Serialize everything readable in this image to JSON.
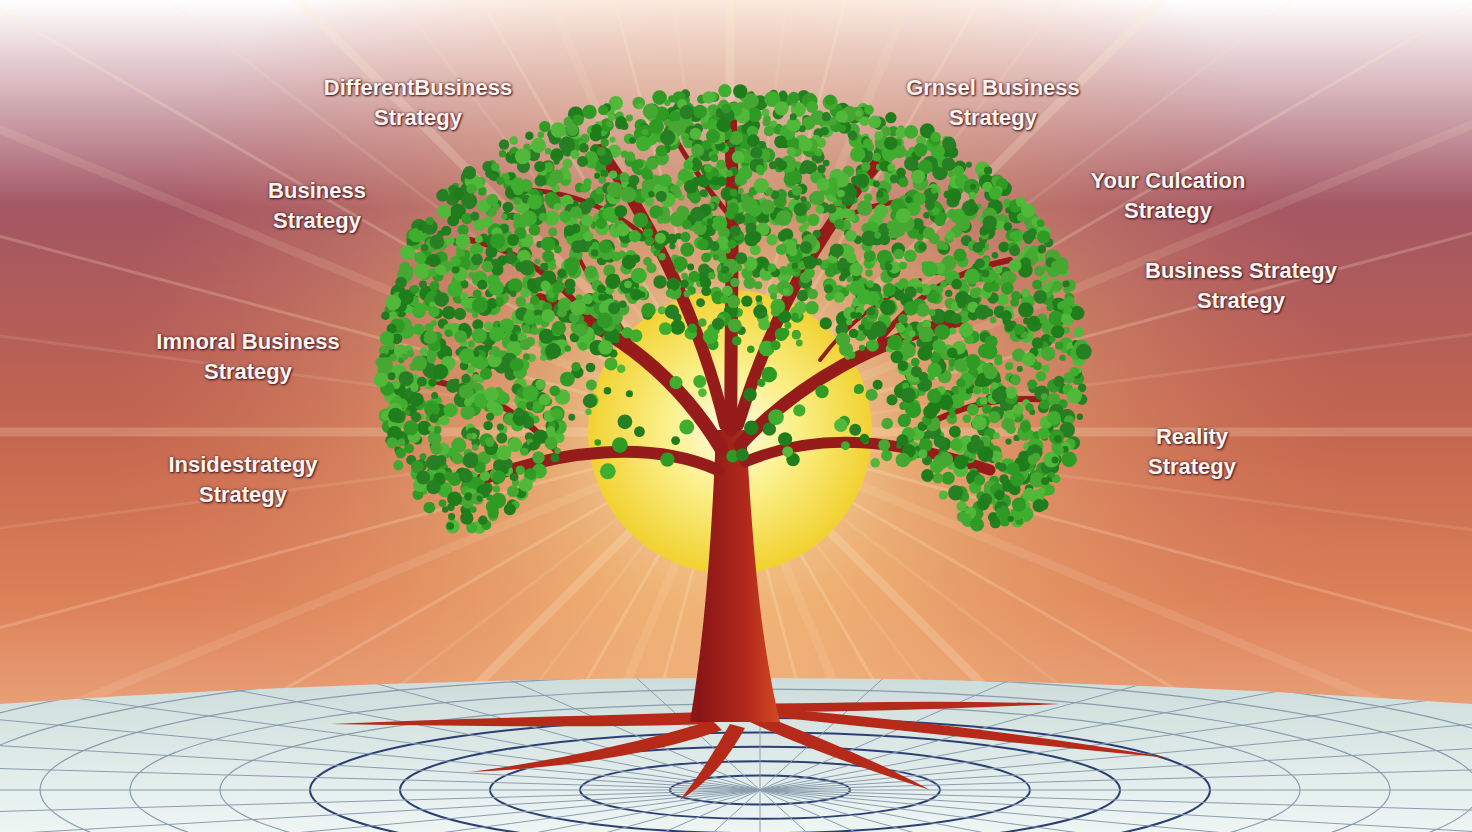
{
  "diagram": {
    "labels": [
      "DifferentBusiness Strategy",
      "Grnsel Business Strategy",
      "Your Culcation Strategy",
      "Business Strategy",
      "Business Strategy Strategy",
      "Imnoral Business Strategy",
      "Reality Strategy",
      "Insidestrategy Strategy"
    ]
  }
}
